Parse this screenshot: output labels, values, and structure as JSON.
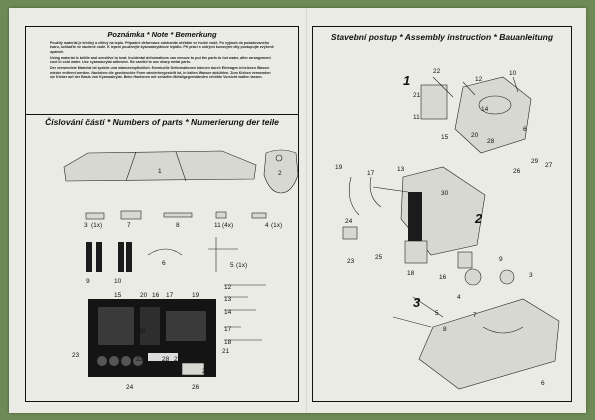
{
  "note": {
    "title": "Poznámka * Note * Bemerkung",
    "paragraphs": [
      "Použitý materiál je křehký a citlivý na teplo. Případné deformace odstraníte ohřátím ve horké vodě. Po vyjmutí do požadovaného tvaru, ochlaďte ve studené vodě. K lepení používejte kyanoakrylátové lepidlo. Při práci s ostrými kovovými díly postupujte zvýšeně opatrně.",
      "Using material is brittle and sensitive to heat. Incidental deformations can remove to put the parts to hot water, after arrangement cool in cold water. Use cyanoacrylat adhesive. Be careful to use sharp metal parts.",
      "Der verwendete Material ist spröde und wärmeempfindlich. Eventuelle Deformationen können durch Eintragen inheissen Wasser wieder entfernt werden. Nachdem die gewünschte Form wiederhergestellt ist, in kalten Wasser abkühlen. Zum Kleben verwenden sie Kleber auf der Basis von Kyanoakrylat. Beim Hantieren mit scharfen Metallgegenständen erhöhte Vorsicht walten lassen."
    ]
  },
  "parts": {
    "title": "Číslování částí * Numbers of parts * Numerierung der teile",
    "labels": [
      "1",
      "2",
      "3",
      "(1x)",
      "7",
      "8",
      "11",
      "(4x)",
      "4",
      "(1x)",
      "6",
      "5",
      "(1x)",
      "9",
      "10",
      "12",
      "13",
      "14",
      "17",
      "18",
      "15",
      "20",
      "16",
      "17",
      "19",
      "30",
      "21",
      "22",
      "28",
      "27",
      "23",
      "29",
      "24",
      "26"
    ]
  },
  "assembly": {
    "title": "Stavební postup * Assembly instruction * Bauanleitung",
    "steps": [
      "1",
      "2",
      "3"
    ],
    "labels": [
      "22",
      "12",
      "10",
      "21",
      "11",
      "15",
      "14",
      "20",
      "28",
      "6",
      "29",
      "27",
      "26",
      "13",
      "19",
      "17",
      "30",
      "24",
      "25",
      "23",
      "18",
      "16",
      "9",
      "3",
      "5",
      "4",
      "7",
      "8",
      "6"
    ]
  }
}
